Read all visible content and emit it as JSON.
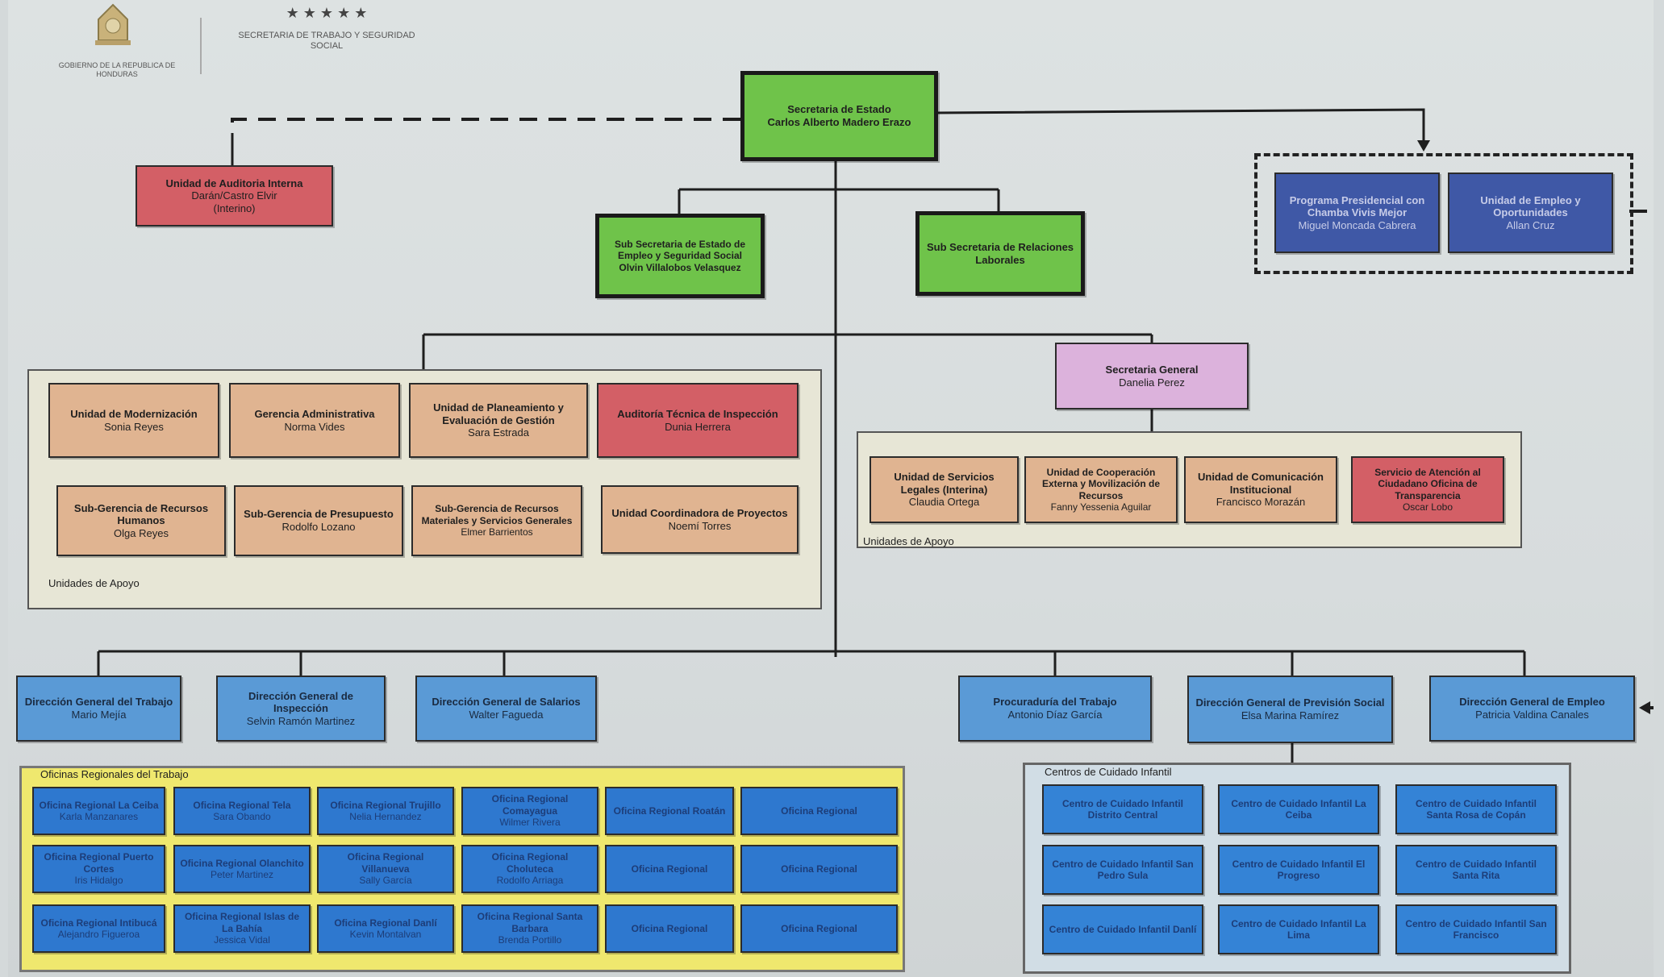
{
  "header": {
    "stars": "★ ★ ★ ★ ★",
    "ministry": "SECRETARIA DE TRABAJO Y SEGURIDAD SOCIAL",
    "government": "GOBIERNO DE LA REPUBLICA DE HONDURAS"
  },
  "top": {
    "name": "Secretaria de Estado",
    "person": "Carlos Alberto Madero Erazo"
  },
  "auditoria_interna": {
    "name": "Unidad de Auditoria Interna",
    "person": "Darán/Castro Elvir",
    "note": "(Interino)"
  },
  "sub_empleo": {
    "name": "Sub Secretaria de Estado de Empleo y Seguridad Social",
    "person": "Olvin Villalobos Velasquez"
  },
  "sub_relaciones": {
    "name": "Sub Secretaria de Relaciones Laborales"
  },
  "programa_presidencial": {
    "name": "Programa Presidencial con Chamba Vivis Mejor",
    "person": "Miguel Moncada Cabrera"
  },
  "unidad_empleo": {
    "name": "Unidad de Empleo y Oportunidades",
    "person": "Allan Cruz"
  },
  "left_units": [
    {
      "name": "Unidad de Modernización",
      "person": "Sonia Reyes"
    },
    {
      "name": "Gerencia Administrativa",
      "person": "Norma Vides"
    },
    {
      "name": "Unidad de Planeamiento y Evaluación de Gestión",
      "person": "Sara Estrada"
    },
    {
      "name": "Auditoría Técnica de Inspección",
      "person": "Dunia Herrera"
    }
  ],
  "left_subunits": [
    {
      "name": "Sub-Gerencia de Recursos Humanos",
      "person": "Olga Reyes"
    },
    {
      "name": "Sub-Gerencia de Presupuesto",
      "person": "Rodolfo Lozano"
    },
    {
      "name": "Sub-Gerencia de Recursos Materiales y Servicios Generales",
      "person": "Elmer Barrientos"
    },
    {
      "name": "Unidad Coordinadora de Proyectos",
      "person": "Noemí Torres"
    }
  ],
  "apoyo_label": "Unidades de Apoyo",
  "secretaria_general": {
    "name": "Secretaria General",
    "person": "Danelia Perez"
  },
  "right_units": [
    {
      "name": "Unidad de Servicios Legales (Interina)",
      "person": "Claudia Ortega"
    },
    {
      "name": "Unidad de Cooperación Externa y Movilización de Recursos",
      "person": "Fanny Yessenia Aguilar"
    },
    {
      "name": "Unidad de Comunicación Institucional",
      "person": "Francisco Morazán"
    },
    {
      "name": "Servicio de Atención al Ciudadano Oficina de Transparencia",
      "person": "Oscar Lobo"
    }
  ],
  "direcciones": [
    {
      "name": "Dirección General del Trabajo",
      "person": "Mario Mejía"
    },
    {
      "name": "Dirección General de Inspección",
      "person": "Selvin Ramón Martinez"
    },
    {
      "name": "Dirección General de Salarios",
      "person": "Walter Fagueda"
    },
    {
      "name": "Procuraduría del Trabajo",
      "person": "Antonio Díaz García"
    },
    {
      "name": "Dirección General de Previsión Social",
      "person": "Elsa Marina Ramírez"
    },
    {
      "name": "Dirección General de Empleo",
      "person": "Patricia Valdina Canales"
    }
  ],
  "regionales_label": "Oficinas Regionales del Trabajo",
  "regionales": [
    {
      "name": "Oficina Regional La Ceiba",
      "person": "Karla Manzanares"
    },
    {
      "name": "Oficina Regional Tela",
      "person": "Sara Obando"
    },
    {
      "name": "Oficina Regional Trujillo",
      "person": "Nelia Hernandez"
    },
    {
      "name": "Oficina Regional Comayagua",
      "person": "Wilmer Rivera"
    },
    {
      "name": "Oficina Regional Roatán",
      "person": ""
    },
    {
      "name": "Oficina Regional",
      "person": ""
    },
    {
      "name": "Oficina Regional Puerto Cortes",
      "person": "Iris Hidalgo"
    },
    {
      "name": "Oficina Regional Olanchito",
      "person": "Peter Martinez"
    },
    {
      "name": "Oficina Regional Villanueva",
      "person": "Sally García"
    },
    {
      "name": "Oficina Regional Choluteca",
      "person": "Rodolfo Arriaga"
    },
    {
      "name": "Oficina Regional",
      "person": ""
    },
    {
      "name": "Oficina Regional",
      "person": ""
    },
    {
      "name": "Oficina Regional Intibucá",
      "person": "Alejandro Figueroa"
    },
    {
      "name": "Oficina Regional Islas de La Bahía",
      "person": "Jessica Vidal"
    },
    {
      "name": "Oficina Regional Danlí",
      "person": "Kevin Montalvan"
    },
    {
      "name": "Oficina Regional Santa Barbara",
      "person": "Brenda Portillo"
    },
    {
      "name": "Oficina Regional",
      "person": ""
    },
    {
      "name": "Oficina Regional",
      "person": ""
    }
  ],
  "cuidado_label": "Centros de Cuidado Infantil",
  "cuidado": [
    {
      "name": "Centro de Cuidado Infantil Distrito Central",
      "person": ""
    },
    {
      "name": "Centro de Cuidado Infantil La Ceiba",
      "person": ""
    },
    {
      "name": "Centro de Cuidado Infantil Santa Rosa de Copán",
      "person": ""
    },
    {
      "name": "Centro de Cuidado Infantil San Pedro Sula",
      "person": ""
    },
    {
      "name": "Centro de Cuidado Infantil El Progreso",
      "person": ""
    },
    {
      "name": "Centro de Cuidado Infantil Santa Rita",
      "person": ""
    },
    {
      "name": "Centro de Cuidado Infantil Danlí",
      "person": ""
    },
    {
      "name": "Centro de Cuidado Infantil La Lima",
      "person": ""
    },
    {
      "name": "Centro de Cuidado Infantil San Francisco",
      "person": ""
    }
  ]
}
